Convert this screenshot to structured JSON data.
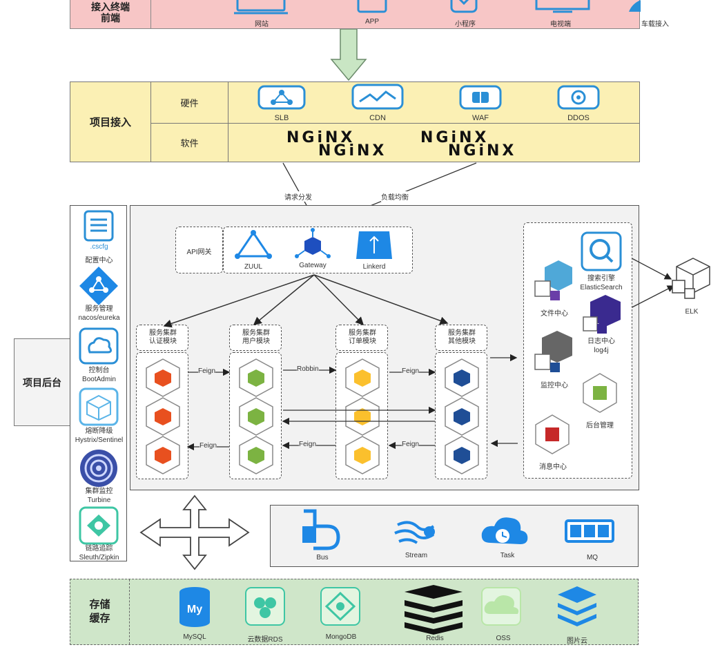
{
  "top": {
    "title": "接入终端\n前端",
    "clients": [
      "网站",
      "APP",
      "小程序",
      "电视端",
      "车载接入"
    ]
  },
  "access": {
    "title": "项目接入",
    "hardware_label": "硬件",
    "software_label": "软件",
    "hardware_items": [
      "SLB",
      "CDN",
      "WAF",
      "DDOS"
    ],
    "nginx": [
      "NGiNX",
      "NGiNX",
      "NGiNX",
      "NGiNX"
    ],
    "edge_labels": [
      "请求分发",
      "负载均衡"
    ]
  },
  "backend": {
    "title": "项目后台",
    "left_tools": [
      {
        "label": "配置中心",
        "sub": ".cscfg",
        "icon": "config-file-icon"
      },
      {
        "label": "服务管理\nnacos/eureka",
        "icon": "service-registry-icon"
      },
      {
        "label": "控制台\nBootAdmin",
        "icon": "cloud-console-icon"
      },
      {
        "label": "熔断降级\nHystrix/Sentinel",
        "icon": "circuit-breaker-icon"
      },
      {
        "label": "集群监控\nTurbine",
        "icon": "turbine-icon"
      },
      {
        "label": "链路追踪\nSleuth/Zipkin",
        "icon": "tracing-icon"
      }
    ],
    "gateway": {
      "label": "API网关",
      "items": [
        "ZUUL",
        "Gateway",
        "Linkerd"
      ]
    },
    "clusters": [
      {
        "title": "服务集群\n认证模块",
        "color": "#e8501f"
      },
      {
        "title": "服务集群\n用户模块",
        "color": "#7cb342"
      },
      {
        "title": "服务集群\n订单模块",
        "color": "#fbc02d"
      },
      {
        "title": "服务集群\n其他模块",
        "color": "#1f4e96"
      }
    ],
    "edges": [
      "Feign",
      "Robbin",
      "Feign",
      "Feign",
      "Feign",
      "Feign"
    ],
    "right_services": [
      {
        "label": "搜索引擎\nElasticSearch",
        "icon": "search-engine-icon"
      },
      {
        "label": "文件中心",
        "icon": "file-center-icon"
      },
      {
        "label": "日志中心\nlog4j",
        "icon": "log-center-icon"
      },
      {
        "label": "监控中心",
        "icon": "monitor-center-icon"
      },
      {
        "label": "后台管理",
        "icon": "admin-icon"
      },
      {
        "label": "消息中心",
        "icon": "message-center-icon"
      }
    ],
    "elk": "ELK"
  },
  "middleware": [
    "Bus",
    "Stream",
    "Task",
    "MQ"
  ],
  "storage": {
    "title": "存储\n缓存",
    "items": [
      "MySQL",
      "云数据RDS",
      "MongoDB",
      "Redis",
      "OSS",
      "图片云"
    ]
  },
  "colors": {
    "top_bg": "#f7c6c6",
    "access_bg": "#fbf0b4",
    "storage_bg": "#cfe6c9",
    "accent_blue": "#1e88e5"
  }
}
